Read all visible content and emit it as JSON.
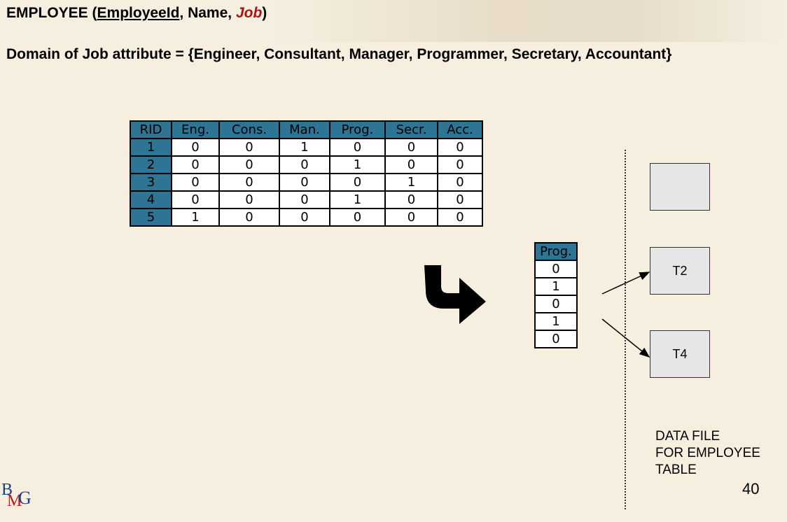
{
  "title": {
    "prefix": "EMPLOYEE (",
    "key_attr": "EmployeeId",
    "middle": ", Name, ",
    "job_attr": "Job",
    "suffix": ")"
  },
  "domain_line": "Domain of Job attribute = {Engineer, Consultant, Manager, Programmer, Secretary, Accountant}",
  "bitmap_table": {
    "headers": [
      "RID",
      "Eng.",
      "Cons.",
      "Man.",
      "Prog.",
      "Secr.",
      "Acc."
    ],
    "rows": [
      [
        "1",
        "0",
        "0",
        "1",
        "0",
        "0",
        "0"
      ],
      [
        "2",
        "0",
        "0",
        "0",
        "1",
        "0",
        "0"
      ],
      [
        "3",
        "0",
        "0",
        "0",
        "0",
        "1",
        "0"
      ],
      [
        "4",
        "0",
        "0",
        "0",
        "1",
        "0",
        "0"
      ],
      [
        "5",
        "1",
        "0",
        "0",
        "0",
        "0",
        "0"
      ]
    ]
  },
  "prog_vector": {
    "header": "Prog.",
    "values": [
      "0",
      "1",
      "0",
      "1",
      "0"
    ]
  },
  "data_file": {
    "blocks": [
      "",
      "T2",
      "T4"
    ],
    "label": "DATA FILE\nFOR EMPLOYEE\nTABLE"
  },
  "page_number": "40",
  "logo": {
    "b": "B",
    "m": "M",
    "g": "G"
  }
}
